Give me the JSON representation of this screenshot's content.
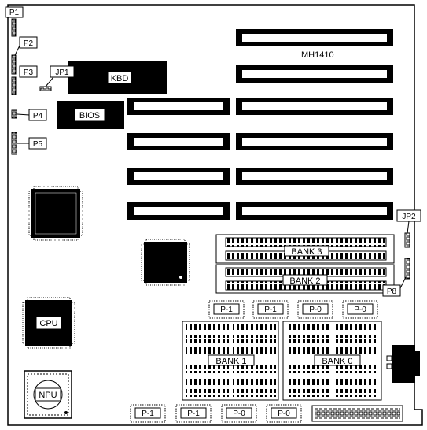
{
  "board": {
    "model": "MH1410",
    "labels": {
      "kbd": "KBD",
      "bios": "BIOS",
      "cpu": "CPU",
      "npu": "NPU",
      "jp1": "JP1",
      "jp2": "JP2",
      "p1": "P1",
      "p2": "P2",
      "p3": "P3",
      "p4": "P4",
      "p5": "P5",
      "p8": "P8",
      "bank0": "BANK 0",
      "bank1": "BANK 1",
      "bank2": "BANK 2",
      "bank3": "BANK 3",
      "parity_top": [
        "P-1",
        "P-1",
        "P-0",
        "P-0"
      ],
      "parity_bottom": [
        "P-1",
        "P-1",
        "P-0",
        "P-0"
      ]
    }
  }
}
